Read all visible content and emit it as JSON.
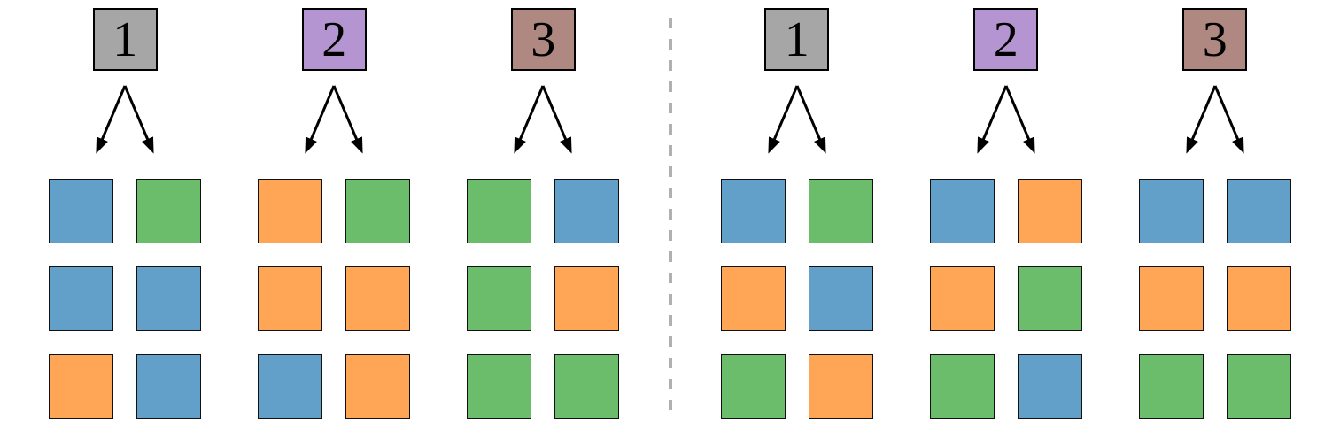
{
  "palette": {
    "blue": "#62a0ca",
    "green": "#6bbc6b",
    "orange": "#ffa556",
    "gray": "#a6a6a6",
    "purple": "#b495d1",
    "brown": "#af8981",
    "border": "#000000",
    "divider": "#b0b0b0",
    "background": "#ffffff"
  },
  "panels": [
    {
      "side": "left",
      "groups": [
        {
          "label": "1",
          "box_color": "gray",
          "cells": [
            [
              "blue",
              "green"
            ],
            [
              "blue",
              "blue"
            ],
            [
              "orange",
              "blue"
            ]
          ]
        },
        {
          "label": "2",
          "box_color": "purple",
          "cells": [
            [
              "orange",
              "green"
            ],
            [
              "orange",
              "orange"
            ],
            [
              "blue",
              "orange"
            ]
          ]
        },
        {
          "label": "3",
          "box_color": "brown",
          "cells": [
            [
              "green",
              "blue"
            ],
            [
              "green",
              "orange"
            ],
            [
              "green",
              "green"
            ]
          ]
        }
      ]
    },
    {
      "side": "right",
      "groups": [
        {
          "label": "1",
          "box_color": "gray",
          "cells": [
            [
              "blue",
              "green"
            ],
            [
              "orange",
              "blue"
            ],
            [
              "green",
              "orange"
            ]
          ]
        },
        {
          "label": "2",
          "box_color": "purple",
          "cells": [
            [
              "blue",
              "orange"
            ],
            [
              "orange",
              "green"
            ],
            [
              "green",
              "blue"
            ]
          ]
        },
        {
          "label": "3",
          "box_color": "brown",
          "cells": [
            [
              "blue",
              "blue"
            ],
            [
              "orange",
              "orange"
            ],
            [
              "green",
              "green"
            ]
          ]
        }
      ]
    }
  ]
}
